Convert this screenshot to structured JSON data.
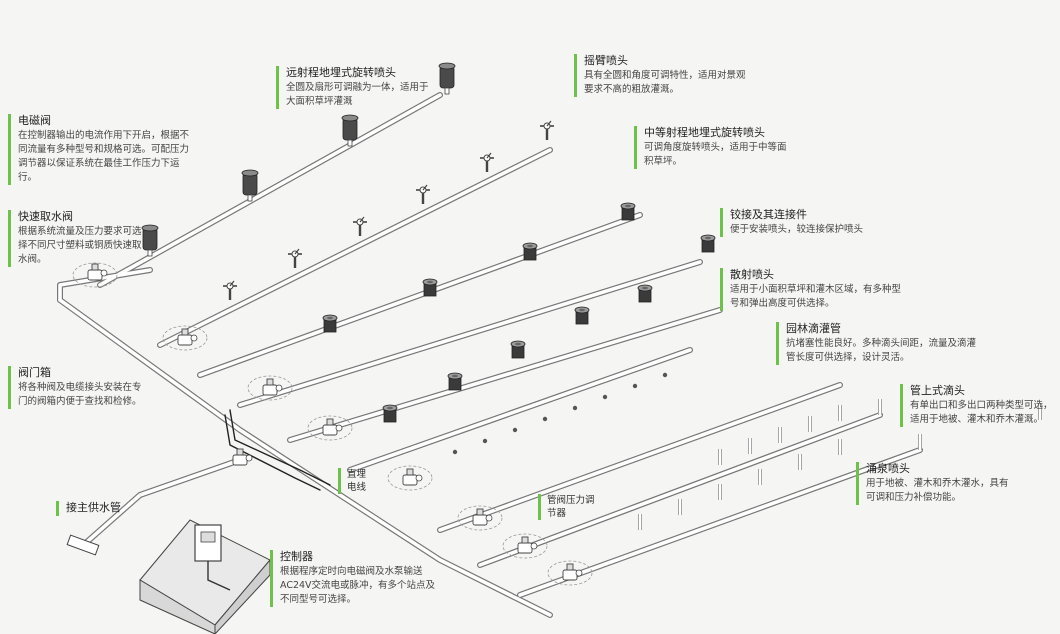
{
  "callouts": {
    "long_rotor": {
      "title": "远射程地埋式旋转喷头",
      "body": "全圆及扇形可调融为一体，适用于大面积草坪灌溉"
    },
    "impact": {
      "title": "摇臂喷头",
      "body": "具有全圆和角度可调特性，适用对景观要求不高的粗放灌溉。"
    },
    "solenoid": {
      "title": "电磁阀",
      "body": "在控制器输出的电流作用下开启，根据不同流量有多种型号和规格可选。可配压力调节器以保证系统在最佳工作压力下运行。"
    },
    "mid_rotor": {
      "title": "中等射程地埋式旋转喷头",
      "body": "可调角度旋转喷头，适用于中等面积草坪。"
    },
    "quick_coupler": {
      "title": "快速取水阀",
      "body": "根据系统流量及压力要求可选择不同尺寸塑料或铜质快速取水阀。"
    },
    "swing_joint": {
      "title": "铰接及其连接件",
      "body": "便于安装喷头，较连接保护喷头"
    },
    "spray": {
      "title": "散射喷头",
      "body": "适用于小面积草坪和灌木区域，有多种型号和弹出高度可供选择。"
    },
    "drip": {
      "title": "园林滴灌管",
      "body": "抗堵塞性能良好。多种滴头间距，流量及滴灌管长度可供选择，设计灵活。"
    },
    "valve_box": {
      "title": "阀门箱",
      "body": "将各种阀及电缆接头安装在专门的阀箱内便于查找和检修。"
    },
    "emitter": {
      "title": "管上式滴头",
      "body": "有单出口和多出口两种类型可选，适用于地被、灌木和乔木灌溉。"
    },
    "bubbler": {
      "title": "涌泉喷头",
      "body": "用于地被、灌木和乔木灌水，具有可调和压力补偿功能。"
    },
    "main_supply": {
      "title": "接主供水管",
      "body": ""
    },
    "controller": {
      "title": "控制器",
      "body": "根据程序定时向电磁阀及水泵输送AC24V交流电或脉冲，有多个站点及不同型号可选择。"
    }
  },
  "labels": {
    "direct_burial": "直埋电线",
    "pressure_regulator": "管阀压力调节器"
  },
  "colors": {
    "accent": "#6cc24a",
    "pipe": "#ffffff",
    "outline": "#444444"
  }
}
